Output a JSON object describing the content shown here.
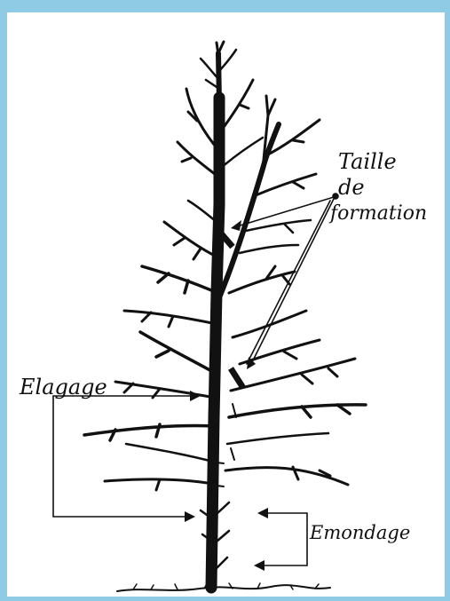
{
  "labels": {
    "taille": "Taille",
    "de": "de",
    "formation": "formation",
    "elagage": "Elagage",
    "emondage": "Emondage"
  },
  "colors": {
    "frame": "#8fcbe4",
    "ink": "#111111",
    "background": "#ffffff"
  }
}
